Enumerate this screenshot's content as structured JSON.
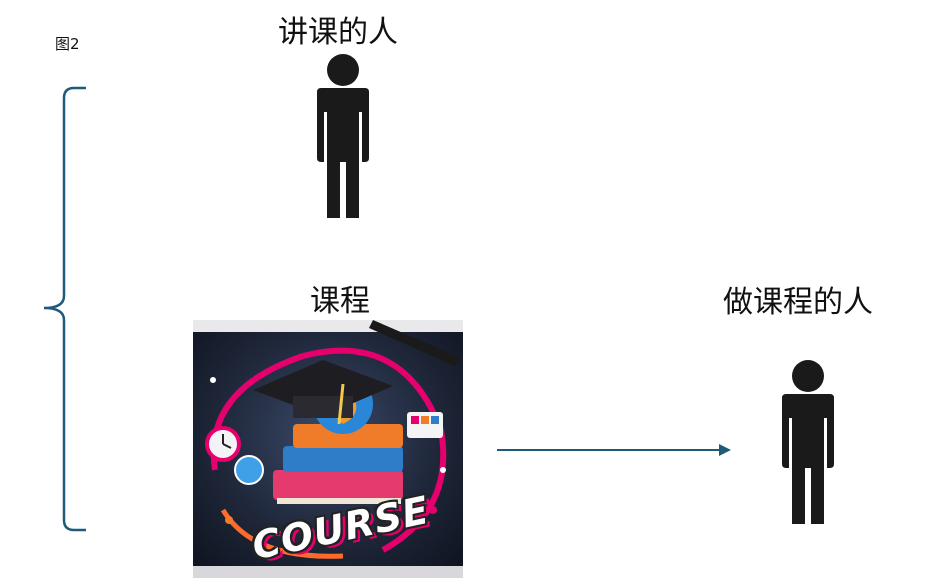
{
  "figure": {
    "label": "图2"
  },
  "roles": {
    "lecturer": "讲课的人",
    "course": "课程",
    "course_maker": "做课程的人"
  },
  "course_image": {
    "word": "COURSE",
    "icons": [
      "graduation-cap",
      "globe",
      "book-stack",
      "clock",
      "pen"
    ]
  },
  "colors": {
    "person": "#1a1a1a",
    "bracket": "#1f5a7a",
    "arrow": "#1f5a7a"
  }
}
